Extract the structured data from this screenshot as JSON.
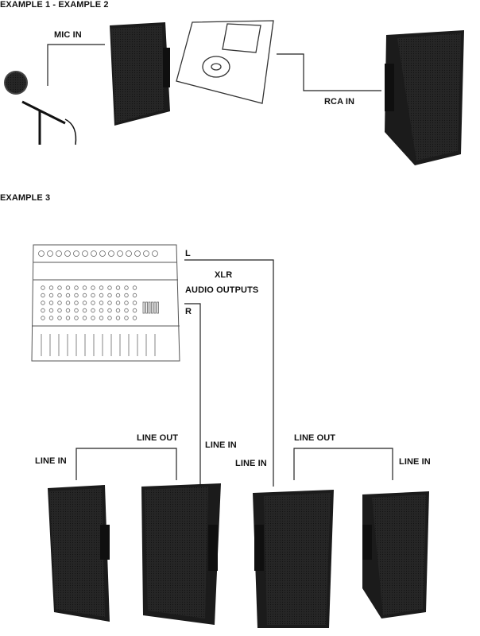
{
  "headings": {
    "ex12": "EXAMPLE 1 - EXAMPLE 2",
    "ex3": "EXAMPLE 3"
  },
  "labels": {
    "mic_in": "MIC IN",
    "rca_in": "RCA IN",
    "mixer_l": "L",
    "mixer_r": "R",
    "xlr": "XLR",
    "audio_outputs": "AUDIO OUTPUTS",
    "line_in": "LINE IN",
    "line_out": "LINE OUT"
  },
  "colors": {
    "speaker_body": "#1b1b1b",
    "speaker_grille": "#262626",
    "line": "#222222"
  },
  "icons": [
    "microphone-icon",
    "mp3-player-icon",
    "mixer-icon",
    "speaker-icon"
  ]
}
